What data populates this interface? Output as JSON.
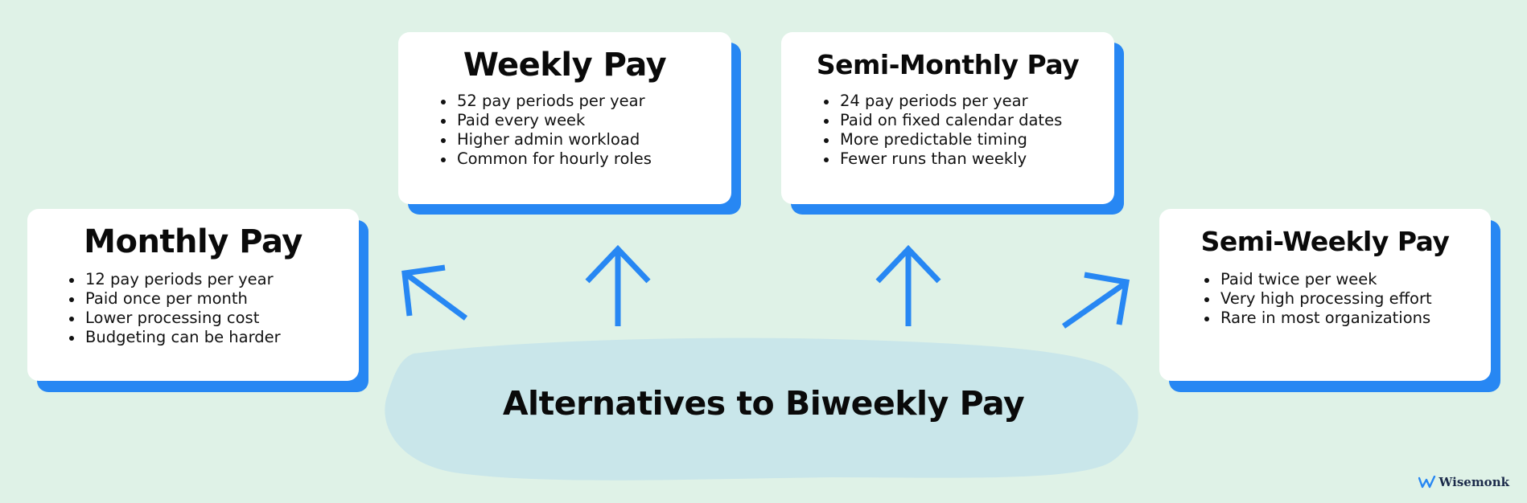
{
  "diagram": {
    "center": {
      "title": "Alternatives to Biweekly Pay",
      "fill_color": "#c9e6ea"
    },
    "accent_color": "#2787f3",
    "background_color": "#dff2e7",
    "cards": {
      "weekly": {
        "title": "Weekly Pay",
        "points": [
          "52 pay periods per year",
          "Paid every week",
          "Higher admin workload",
          "Common for hourly roles"
        ]
      },
      "semimonthly": {
        "title": "Semi-Monthly Pay",
        "points": [
          "24 pay periods per year",
          "Paid on fixed calendar dates",
          "More predictable timing",
          "Fewer runs than weekly"
        ]
      },
      "monthly": {
        "title": "Monthly Pay",
        "points": [
          "12 pay periods per year",
          "Paid once per month",
          "Lower processing cost",
          "Budgeting can be harder"
        ]
      },
      "semiweekly": {
        "title": "Semi-Weekly Pay",
        "points": [
          "Paid twice per week",
          "Very high processing effort",
          "Rare in most organizations"
        ]
      }
    }
  },
  "brand": {
    "name": "Wisemonk",
    "icon": "wisemonk-logo-icon"
  }
}
